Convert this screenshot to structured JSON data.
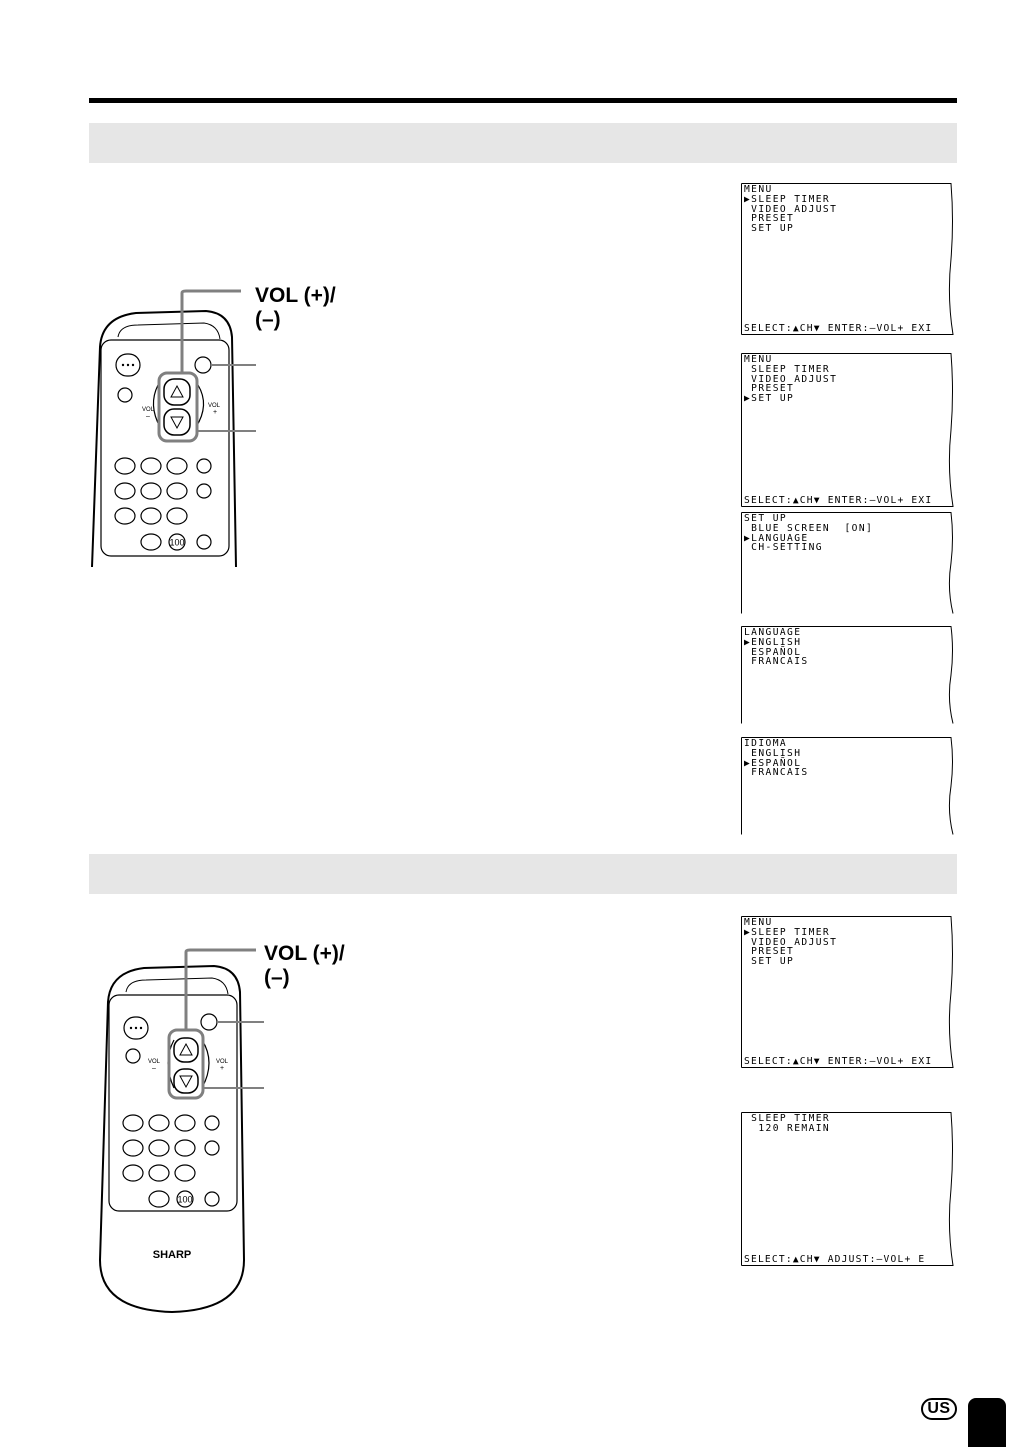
{
  "screens": {
    "s1": {
      "lines": [
        "MENU",
        "▶SLEEP TIMER",
        " VIDEO ADJUST",
        " PRESET",
        " SET UP"
      ],
      "footer": "SELECT:▲CH▼ ENTER:–VOL+ EXI"
    },
    "s2": {
      "lines": [
        "MENU",
        " SLEEP TIMER",
        " VIDEO ADJUST",
        " PRESET",
        "▶SET UP"
      ],
      "footer": "SELECT:▲CH▼ ENTER:–VOL+ EXI"
    },
    "s3": {
      "lines": [
        "SET UP",
        " BLUE SCREEN  [ON]",
        "▶LANGUAGE",
        " CH-SETTING"
      ],
      "footer": ""
    },
    "s4": {
      "lines": [
        "LANGUAGE",
        "▶ENGLISH",
        " ESPAÑOL",
        " FRANCAIS"
      ],
      "footer": ""
    },
    "s5": {
      "lines": [
        "IDIOMA",
        " ENGLISH",
        "▶ESPAÑOL",
        " FRANCAIS"
      ],
      "footer": ""
    },
    "s6": {
      "lines": [
        "MENU",
        "▶SLEEP TIMER",
        " VIDEO ADJUST",
        " PRESET",
        " SET UP"
      ],
      "footer": "SELECT:▲CH▼ ENTER:–VOL+ EXI"
    },
    "s7": {
      "lines": [
        " SLEEP TIMER",
        "  120 REMAIN"
      ],
      "footer": "SELECT:▲CH▼ ADJUST:–VOL+ E"
    }
  },
  "remote1": {
    "vol_label_line1": "VOL (+)/",
    "vol_label_line2": "(–)",
    "key_100": "100",
    "vol_minus": "VOL",
    "vol_plus": "VOL"
  },
  "remote2": {
    "vol_label_line1": "VOL (+)/",
    "vol_label_line2": "(–)",
    "key_100": "100",
    "brand": "SHARP",
    "vol_minus": "VOL",
    "vol_plus": "VOL"
  },
  "footer": {
    "region_badge": "US"
  }
}
